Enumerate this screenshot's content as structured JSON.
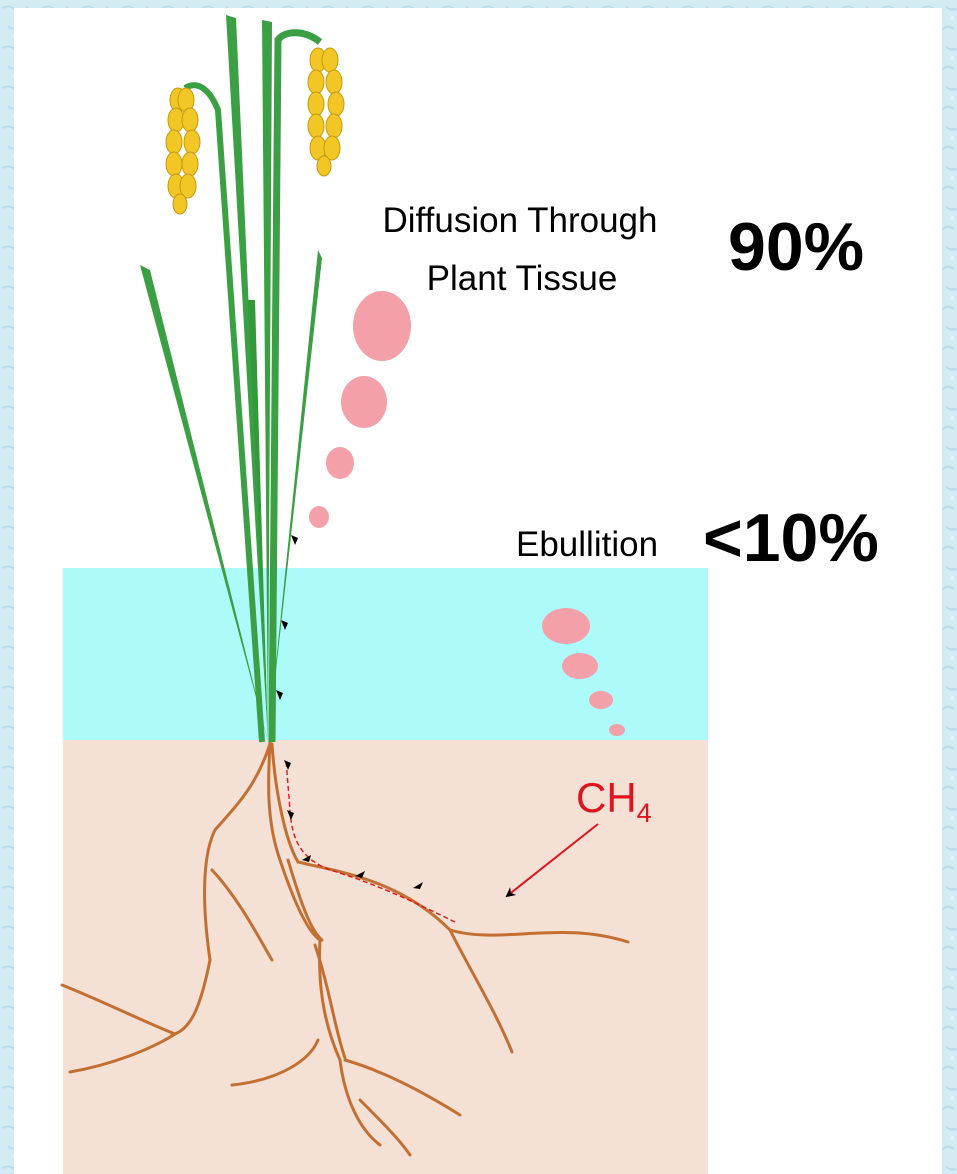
{
  "labels": {
    "diffusion_line1": "Diffusion Through",
    "diffusion_line2": "Plant Tissue",
    "diffusion_percent": "90%",
    "ebullition": "Ebullition",
    "ebullition_percent": "<10%",
    "methane_main": "CH",
    "methane_subscript": "4"
  },
  "colors": {
    "frame_background": "#d3ecf4",
    "panel": "#ffffff",
    "water": "#adfafa",
    "soil": "#f4e0d5",
    "leaf": "#3aa043",
    "grain": "#f2c624",
    "root": "#c46f32",
    "bubble": "#f4a0a8",
    "methane_label": "#e0141c",
    "flow_arrow": "#000000"
  },
  "icons": {
    "plant": "rice-plant-icon",
    "bubbles": "gas-bubble-icon",
    "arrow": "pointer-arrow-icon"
  }
}
